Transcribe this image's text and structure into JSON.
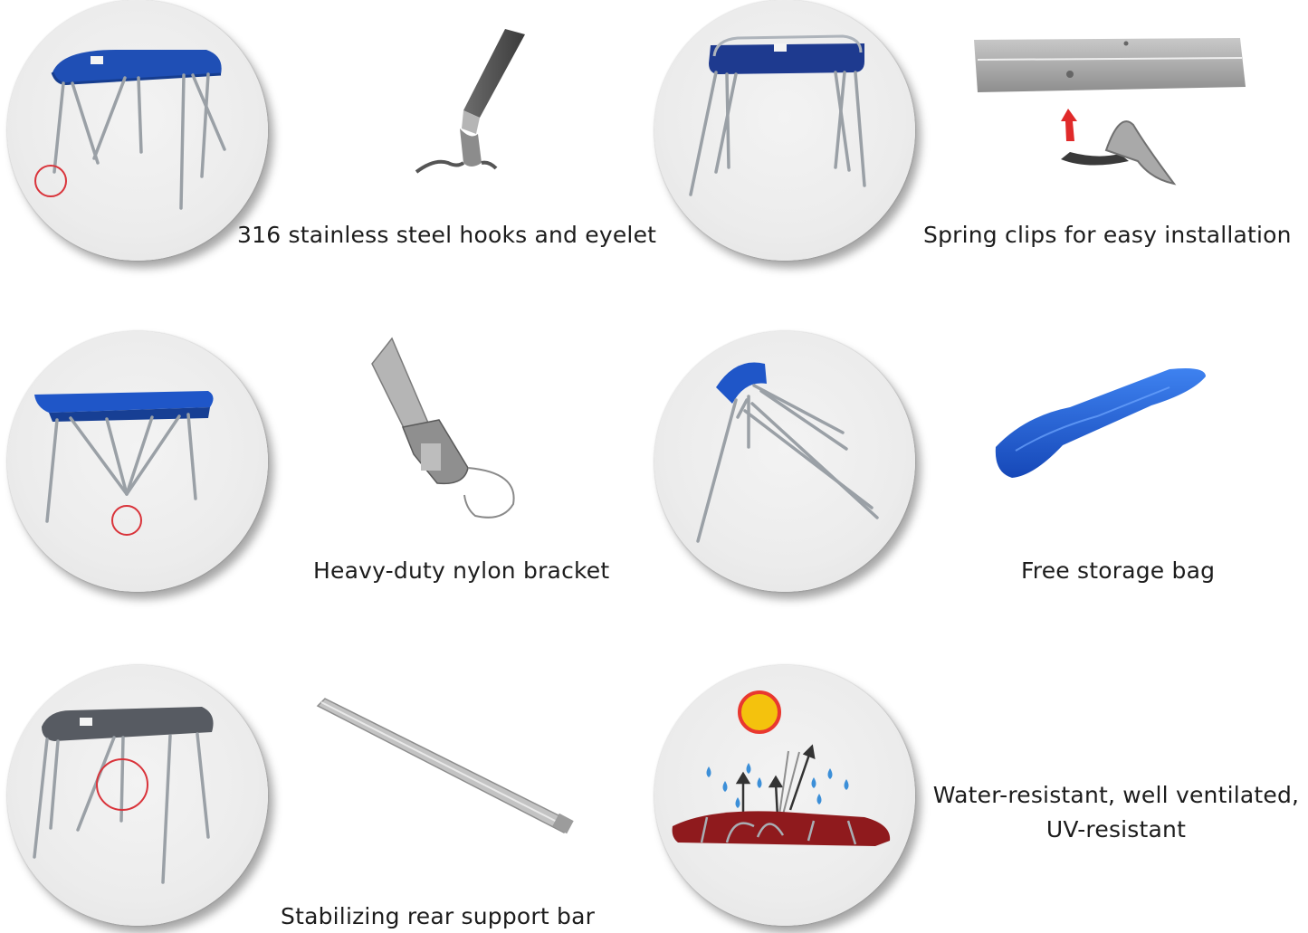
{
  "features": {
    "hooks": {
      "caption": "316 stainless steel hooks and eyelet",
      "icon": "stainless-hook-icon"
    },
    "spring_clips": {
      "caption": "Spring clips for easy installation",
      "icon": "spring-clip-icon"
    },
    "bracket": {
      "caption": "Heavy-duty nylon bracket",
      "icon": "nylon-bracket-icon"
    },
    "storage_bag": {
      "caption": "Free storage bag",
      "icon": "storage-bag-icon"
    },
    "support_bar": {
      "caption": "Stabilizing rear support bar",
      "icon": "support-bar-icon"
    },
    "weather": {
      "caption_line1": "Water-resistant, well ventilated,",
      "caption_line2": "UV-resistant",
      "icon": "weather-resistance-icon"
    }
  },
  "colors": {
    "canopy_blue": "#1f4fb5",
    "canopy_navy": "#1e3a8f",
    "canopy_gray": "#5b5f66",
    "canopy_red": "#8f1a1d",
    "highlight_circle": "#d9333a",
    "sun": "#f4c20d",
    "water_drop": "#3c8fd8"
  }
}
